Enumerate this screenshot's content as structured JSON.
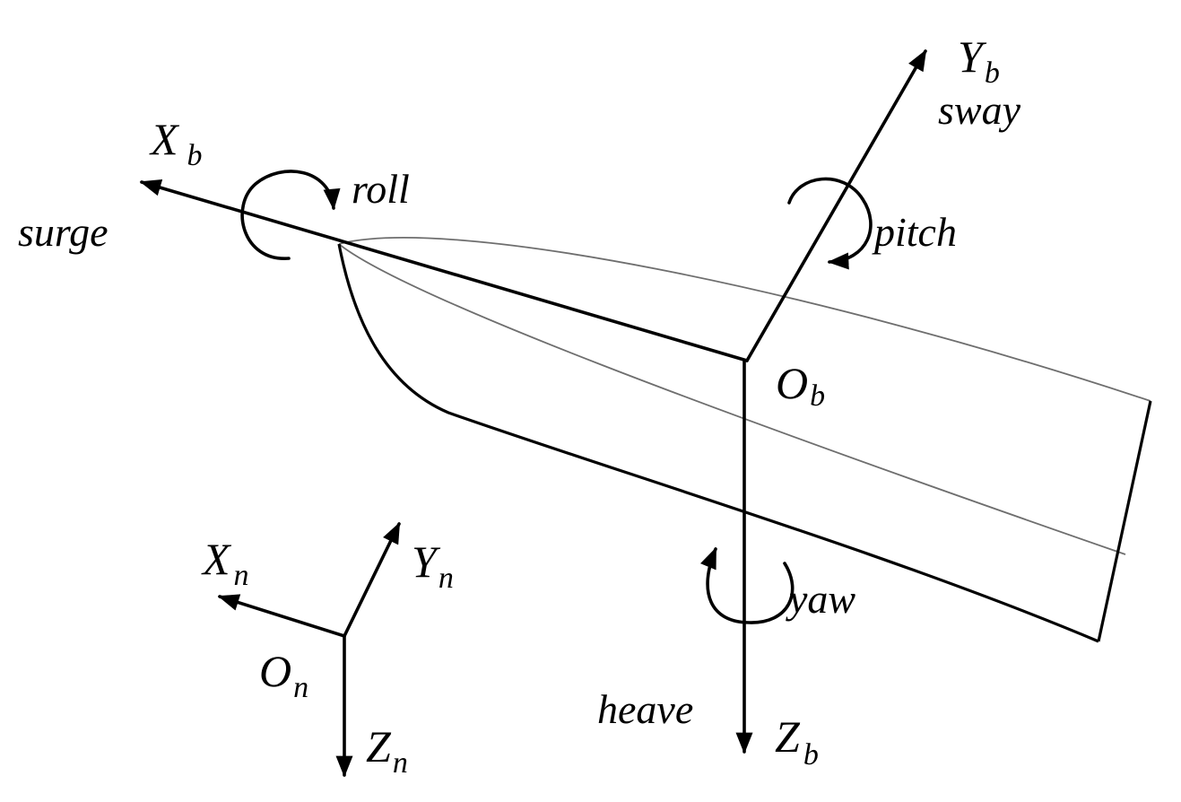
{
  "body_frame": {
    "x_axis": {
      "symbol": "X",
      "subscript": "b",
      "motion": "surge"
    },
    "y_axis": {
      "symbol": "Y",
      "subscript": "b",
      "motion": "sway"
    },
    "z_axis": {
      "symbol": "Z",
      "subscript": "b",
      "motion": "heave"
    },
    "origin": {
      "symbol": "O",
      "subscript": "b"
    },
    "rotations": {
      "about_x": "roll",
      "about_y": "pitch",
      "about_z": "yaw"
    }
  },
  "navigation_frame": {
    "x_axis": {
      "symbol": "X",
      "subscript": "n"
    },
    "y_axis": {
      "symbol": "Y",
      "subscript": "n"
    },
    "z_axis": {
      "symbol": "Z",
      "subscript": "n"
    },
    "origin": {
      "symbol": "O",
      "subscript": "n"
    }
  }
}
